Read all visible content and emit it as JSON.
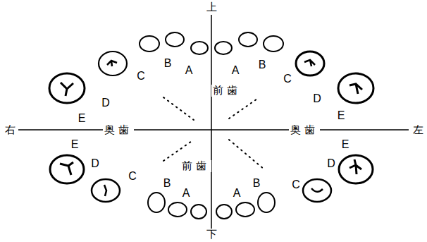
{
  "diagram": {
    "labels": [
      "上",
      "前歯",
      "A",
      "B",
      "C",
      "D",
      "E",
      "A",
      "B",
      "C",
      "D",
      "E",
      "右",
      "奥歯",
      "奥歯",
      "左",
      "前歯",
      "E",
      "D",
      "C",
      "B",
      "A",
      "A",
      "B",
      "C",
      "D",
      "E",
      "下"
    ]
  }
}
